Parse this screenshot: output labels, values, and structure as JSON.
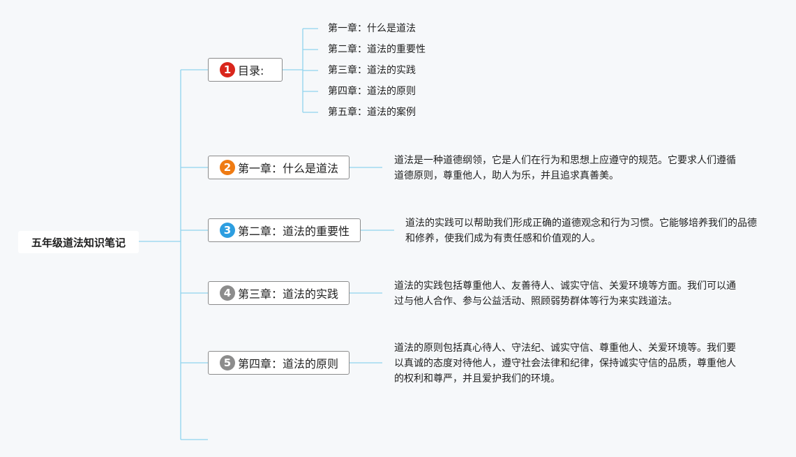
{
  "title": "五年级道法知识笔记",
  "colors": {
    "line": "#8fd3ee",
    "badge_1": "#d9261c",
    "badge_2": "#ef7b13",
    "badge_3": "#2d9ee0",
    "badge_4": "#8c8c8c",
    "badge_5": "#8c8c8c"
  },
  "topics": [
    {
      "number": "1",
      "label": "目录:",
      "children": [
        "第一章：什么是道法",
        "第二章：道法的重要性",
        "第三章：道法的实践",
        "第四章：道法的原则",
        "第五章：道法的案例"
      ]
    },
    {
      "number": "2",
      "label": "第一章：什么是道法",
      "description": "道法是一种道德纲领，它是人们在行为和思想上应遵守的规范。它要求人们遵循道德原则，尊重他人，助人为乐，并且追求真善美。"
    },
    {
      "number": "3",
      "label": "第二章：道法的重要性",
      "description": "道法的实践可以帮助我们形成正确的道德观念和行为习惯。它能够培养我们的品德和修养，使我们成为有责任感和价值观的人。"
    },
    {
      "number": "4",
      "label": "第三章：道法的实践",
      "description": "道法的实践包括尊重他人、友善待人、诚实守信、关爱环境等方面。我们可以通过与他人合作、参与公益活动、照顾弱势群体等行为来实践道法。"
    },
    {
      "number": "5",
      "label": "第四章：道法的原则",
      "description": "道法的原则包括真心待人、守法纪、诚实守信、尊重他人、关爱环境等。我们要以真诚的态度对待他人，遵守社会法律和纪律，保持诚实守信的品质，尊重他人的权利和尊严，并且爱护我们的环境。"
    }
  ]
}
